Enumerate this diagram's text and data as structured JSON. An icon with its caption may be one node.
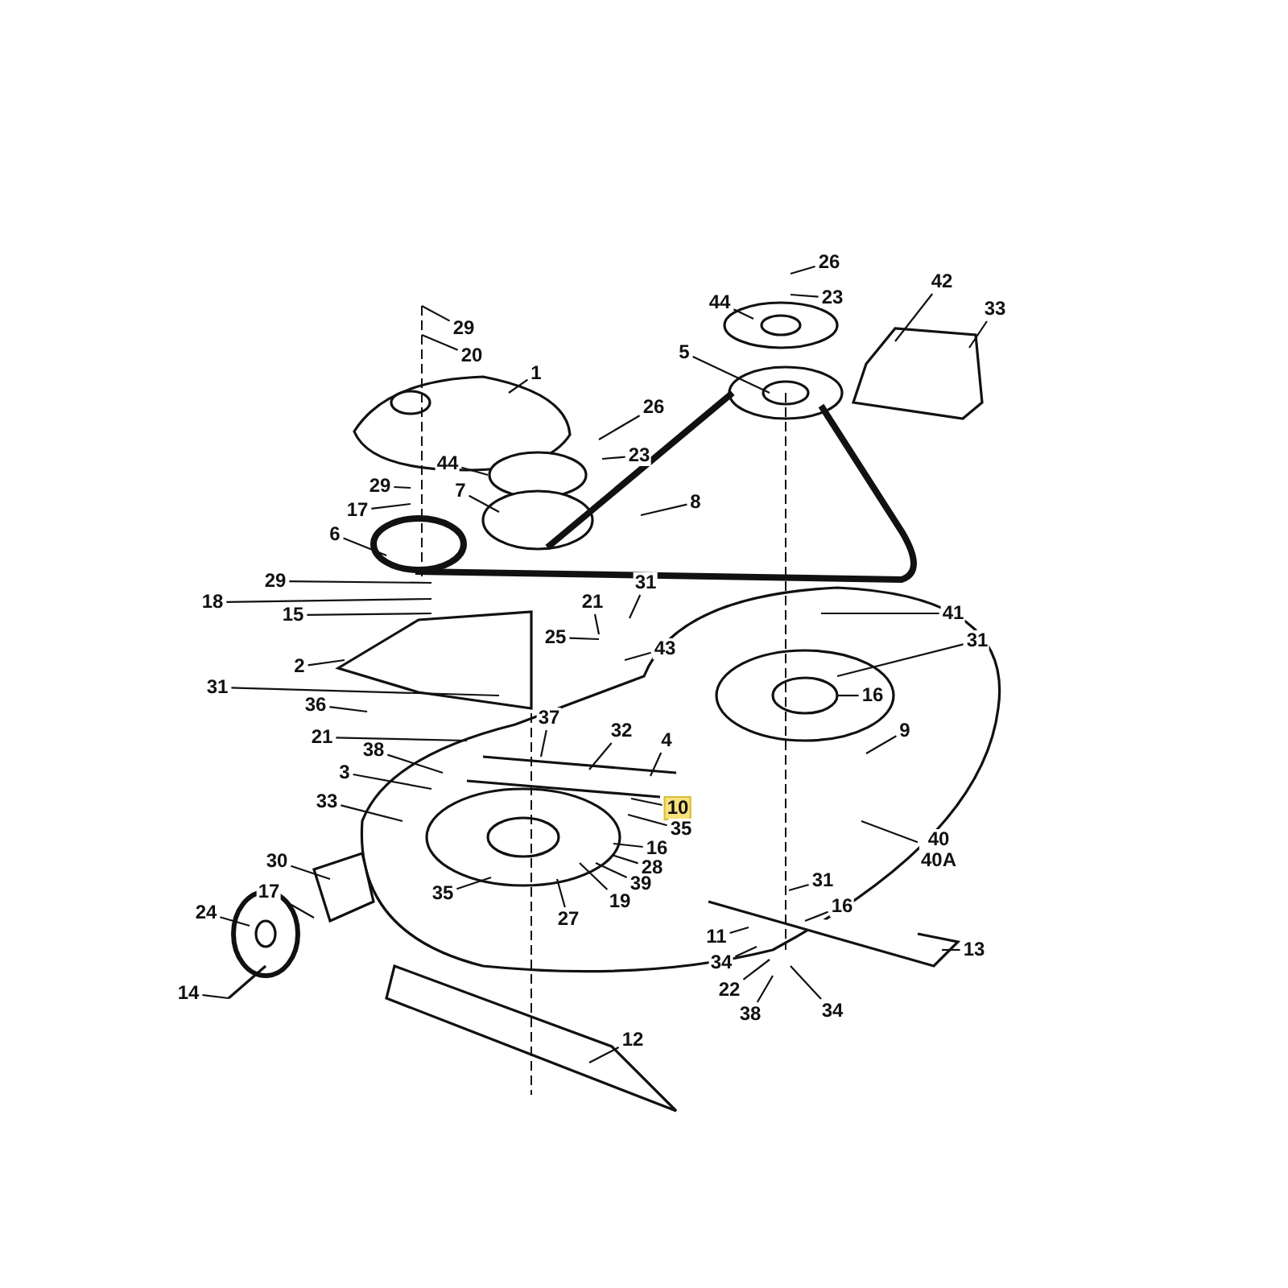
{
  "diagram": {
    "nodes": [
      {
        "text": [
          "29"
        ]
      },
      {
        "text": [
          "20"
        ]
      },
      {
        "text": [
          "1"
        ]
      },
      {
        "text": [
          "26"
        ]
      },
      {
        "text": [
          "23"
        ]
      },
      {
        "text": [
          "44"
        ]
      },
      {
        "text": [
          "7"
        ]
      },
      {
        "text": [
          "8"
        ]
      },
      {
        "text": [
          "29"
        ]
      },
      {
        "text": [
          "17"
        ]
      },
      {
        "text": [
          "6"
        ]
      },
      {
        "text": [
          "26"
        ]
      },
      {
        "text": [
          "23"
        ]
      },
      {
        "text": [
          "44"
        ]
      },
      {
        "text": [
          "5"
        ]
      },
      {
        "text": [
          "42"
        ]
      },
      {
        "text": [
          "33"
        ]
      },
      {
        "text": [
          "29"
        ]
      },
      {
        "text": [
          "18"
        ]
      },
      {
        "text": [
          "15"
        ]
      },
      {
        "text": [
          "21"
        ]
      },
      {
        "text": [
          "31"
        ]
      },
      {
        "text": [
          "25"
        ]
      },
      {
        "text": [
          "43"
        ]
      },
      {
        "text": [
          "41"
        ]
      },
      {
        "text": [
          "31"
        ]
      },
      {
        "text": [
          "2"
        ]
      },
      {
        "text": [
          "31"
        ]
      },
      {
        "text": [
          "36"
        ]
      },
      {
        "text": [
          "16"
        ]
      },
      {
        "text": [
          "37"
        ]
      },
      {
        "text": [
          "32"
        ]
      },
      {
        "text": [
          "9"
        ]
      },
      {
        "text": [
          "21"
        ]
      },
      {
        "text": [
          "4"
        ]
      },
      {
        "text": [
          "38"
        ]
      },
      {
        "text": [
          "3"
        ]
      },
      {
        "text": [
          "33"
        ]
      },
      {
        "text": [
          "10"
        ]
      },
      {
        "text": [
          "35"
        ]
      },
      {
        "text": [
          "16"
        ]
      },
      {
        "text": [
          "40",
          "40A"
        ]
      },
      {
        "text": [
          "28"
        ]
      },
      {
        "text": [
          "30"
        ]
      },
      {
        "text": [
          "31"
        ]
      },
      {
        "text": [
          "39"
        ]
      },
      {
        "text": [
          "17"
        ]
      },
      {
        "text": [
          "35"
        ]
      },
      {
        "text": [
          "19"
        ]
      },
      {
        "text": [
          "16"
        ]
      },
      {
        "text": [
          "24"
        ]
      },
      {
        "text": [
          "27"
        ]
      },
      {
        "text": [
          "11"
        ]
      },
      {
        "text": [
          "13"
        ]
      },
      {
        "text": [
          "34"
        ]
      },
      {
        "text": [
          "22"
        ]
      },
      {
        "text": [
          "14"
        ]
      },
      {
        "text": [
          "38"
        ]
      },
      {
        "text": [
          "34"
        ]
      },
      {
        "text": [
          "12"
        ]
      }
    ],
    "edges": [
      {
        "from": 0,
        "to": null,
        "arrow": "none"
      },
      {
        "from": 1,
        "to": null,
        "arrow": "none"
      },
      {
        "from": 2,
        "to": null,
        "arrow": "none"
      },
      {
        "from": 3,
        "to": null,
        "arrow": "none"
      },
      {
        "from": 4,
        "to": null,
        "arrow": "none"
      },
      {
        "from": 5,
        "to": null,
        "arrow": "none"
      },
      {
        "from": 6,
        "to": null,
        "arrow": "none"
      },
      {
        "from": 7,
        "to": null,
        "arrow": "none"
      },
      {
        "from": 8,
        "to": null,
        "arrow": "none"
      },
      {
        "from": 9,
        "to": null,
        "arrow": "none"
      },
      {
        "from": 10,
        "to": null,
        "arrow": "none"
      },
      {
        "from": 11,
        "to": null,
        "arrow": "none"
      },
      {
        "from": 12,
        "to": null,
        "arrow": "none"
      },
      {
        "from": 13,
        "to": null,
        "arrow": "none"
      },
      {
        "from": 14,
        "to": null,
        "arrow": "none"
      },
      {
        "from": 15,
        "to": null,
        "arrow": "none"
      },
      {
        "from": 16,
        "to": null,
        "arrow": "none"
      },
      {
        "from": 17,
        "to": null,
        "arrow": "none"
      },
      {
        "from": 18,
        "to": null,
        "arrow": "none"
      },
      {
        "from": 19,
        "to": null,
        "arrow": "none"
      },
      {
        "from": 20,
        "to": null,
        "arrow": "none"
      },
      {
        "from": 21,
        "to": null,
        "arrow": "none"
      },
      {
        "from": 22,
        "to": null,
        "arrow": "none"
      },
      {
        "from": 23,
        "to": null,
        "arrow": "none"
      },
      {
        "from": 24,
        "to": null,
        "arrow": "none"
      },
      {
        "from": 25,
        "to": null,
        "arrow": "none"
      },
      {
        "from": 26,
        "to": null,
        "arrow": "none"
      },
      {
        "from": 27,
        "to": null,
        "arrow": "none"
      },
      {
        "from": 28,
        "to": null,
        "arrow": "none"
      },
      {
        "from": 29,
        "to": null,
        "arrow": "none"
      },
      {
        "from": 30,
        "to": null,
        "arrow": "none"
      },
      {
        "from": 31,
        "to": null,
        "arrow": "none"
      },
      {
        "from": 32,
        "to": null,
        "arrow": "none"
      },
      {
        "from": 33,
        "to": null,
        "arrow": "none"
      },
      {
        "from": 34,
        "to": null,
        "arrow": "none"
      },
      {
        "from": 35,
        "to": null,
        "arrow": "none"
      },
      {
        "from": 36,
        "to": null,
        "arrow": "none"
      },
      {
        "from": 37,
        "to": null,
        "arrow": "none"
      },
      {
        "from": 38,
        "to": null,
        "arrow": "none"
      },
      {
        "from": 39,
        "to": null,
        "arrow": "none"
      },
      {
        "from": 40,
        "to": null,
        "arrow": "none"
      },
      {
        "from": 41,
        "to": null,
        "arrow": "none"
      },
      {
        "from": 42,
        "to": null,
        "arrow": "none"
      },
      {
        "from": 43,
        "to": null,
        "arrow": "none"
      },
      {
        "from": 44,
        "to": null,
        "arrow": "none"
      },
      {
        "from": 45,
        "to": null,
        "arrow": "none"
      },
      {
        "from": 46,
        "to": null,
        "arrow": "none"
      },
      {
        "from": 47,
        "to": null,
        "arrow": "none"
      },
      {
        "from": 48,
        "to": null,
        "arrow": "none"
      },
      {
        "from": 49,
        "to": null,
        "arrow": "none"
      },
      {
        "from": 50,
        "to": null,
        "arrow": "none"
      },
      {
        "from": 51,
        "to": null,
        "arrow": "none"
      },
      {
        "from": 52,
        "to": null,
        "arrow": "none"
      },
      {
        "from": 53,
        "to": null,
        "arrow": "none"
      },
      {
        "from": 54,
        "to": null,
        "arrow": "none"
      },
      {
        "from": 55,
        "to": null,
        "arrow": "none"
      },
      {
        "from": 56,
        "to": null,
        "arrow": "none"
      },
      {
        "from": 57,
        "to": null,
        "arrow": "none"
      },
      {
        "from": 58,
        "to": null,
        "arrow": "none"
      },
      {
        "from": 59,
        "to": null,
        "arrow": "none"
      }
    ]
  }
}
